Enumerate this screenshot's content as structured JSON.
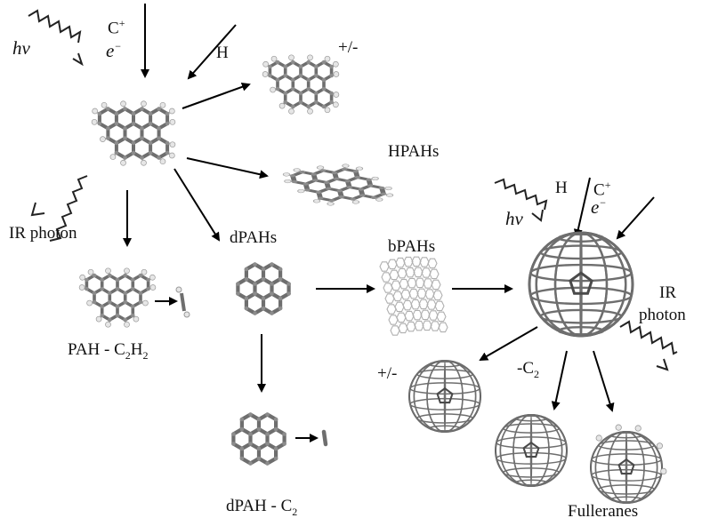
{
  "title": "",
  "labels": {
    "hnu_top": "hν",
    "cplus_top": "C",
    "cplus_top_sup": "+",
    "eminus_top": "e",
    "eminus_top_sup": "−",
    "h_top": "H",
    "plusminus_top": "+/-",
    "hpahs": "HPAHs",
    "ir_photon_left": "IR photon",
    "dpahs": "dPAHs",
    "bpahs": "bPAHs",
    "pah_minus_c2h2_pre": "PAH - C",
    "pah_minus_c2h2_sub1": "2",
    "pah_minus_c2h2_mid": "H",
    "pah_minus_c2h2_sub2": "2",
    "dpah_minus_c2_pre": "dPAH - C",
    "dpah_minus_c2_sub": "2",
    "hnu_right": "hν",
    "h_right": "H",
    "cplus_right": "C",
    "cplus_right_sup": "+",
    "eminus_right": "e",
    "eminus_right_sup": "−",
    "ir_right_1": "IR",
    "ir_right_2": "photon",
    "plusminus_right": "+/-",
    "minus_c2_pre": "-C",
    "minus_c2_sub": "2",
    "fulleranes": "Fulleranes"
  },
  "colors": {
    "bond": "#6e6e6e",
    "bond_dark": "#4a4a4a",
    "atom": "#8c8c8c",
    "hydrogen": "#e6e6e6",
    "arrow": "#000000"
  }
}
